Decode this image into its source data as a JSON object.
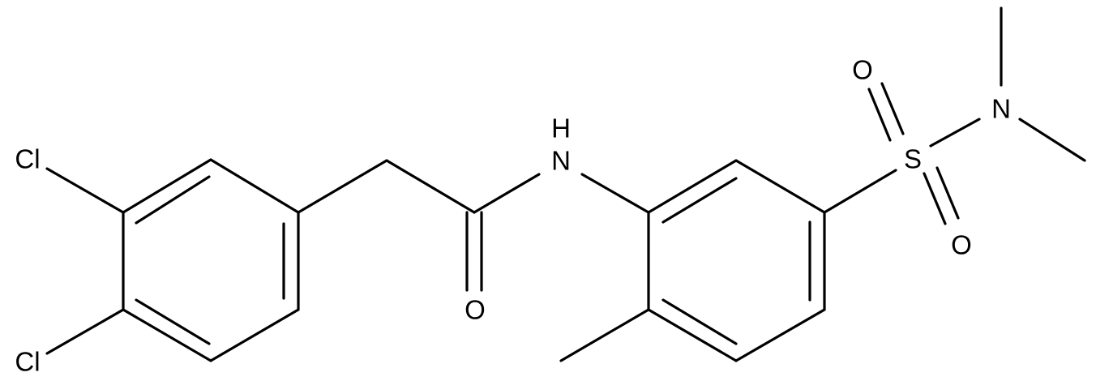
{
  "atoms": {
    "cl_top": "Cl",
    "cl_bottom": "Cl",
    "nh_h": "H",
    "nh_n": "N",
    "carbonyl_o": "O",
    "sulfur": "S",
    "sulfonyl_o_top": "O",
    "sulfonyl_o_bottom": "O",
    "amine_n": "N"
  },
  "colors": {
    "bond": "#000000",
    "background": "#ffffff"
  }
}
